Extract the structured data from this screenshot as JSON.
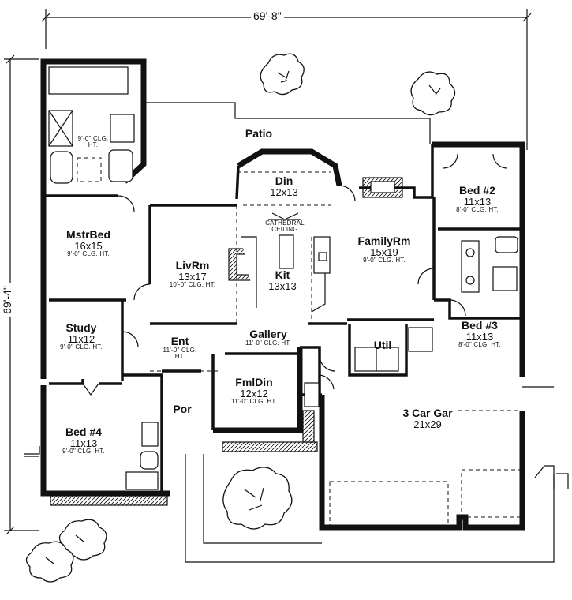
{
  "dimensions": {
    "width": "69'-8\"",
    "depth": "69'-4\""
  },
  "rooms": {
    "patio": {
      "name": "Patio"
    },
    "din": {
      "name": "Din",
      "size": "12x13"
    },
    "cathedral": {
      "line1": "CATHEDRAL",
      "line2": "CEILING"
    },
    "bed2": {
      "name": "Bed #2",
      "size": "11x13",
      "ceiling": "8'-0\" CLG. HT."
    },
    "mstrbed": {
      "name": "MstrBed",
      "size": "16x15",
      "ceiling": "9'-0\" CLG. HT."
    },
    "mbath": {
      "ceiling_a": "9'-0\" CLG.",
      "ceiling_b": "HT."
    },
    "livrm": {
      "name": "LivRm",
      "size": "13x17",
      "ceiling": "10'-0\" CLG. HT."
    },
    "kit": {
      "name": "Kit",
      "size": "13x13"
    },
    "familyrm": {
      "name": "FamilyRm",
      "size": "15x19",
      "ceiling": "9'-0\" CLG. HT."
    },
    "bed3": {
      "name": "Bed #3",
      "size": "11x13",
      "ceiling": "8'-0\" CLG. HT."
    },
    "study": {
      "name": "Study",
      "size": "11x12",
      "ceiling": "9'-0\" CLG. HT."
    },
    "gallery": {
      "name": "Gallery",
      "ceiling": "11'-0\" CLG. HT."
    },
    "ent": {
      "name": "Ent",
      "ceiling_a": "11'-0\" CLG.",
      "ceiling_b": "HT."
    },
    "util": {
      "name": "Util"
    },
    "fmldin": {
      "name": "FmlDin",
      "size": "12x12",
      "ceiling": "11'-0\" CLG. HT."
    },
    "por": {
      "name": "Por"
    },
    "bed4": {
      "name": "Bed #4",
      "size": "11x13",
      "ceiling": "9'-0\" CLG. HT."
    },
    "garage": {
      "name": "3 Car Gar",
      "size": "21x29"
    }
  }
}
